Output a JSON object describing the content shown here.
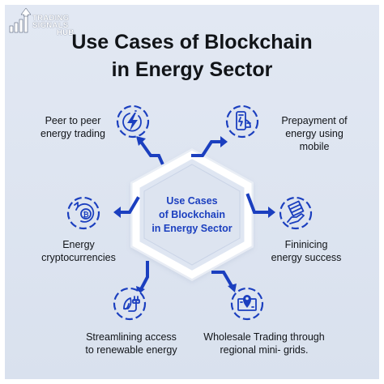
{
  "brand": {
    "line1": "TRADING",
    "line2": "SIGNALS",
    "line3": "HUB"
  },
  "title": {
    "line1": "Use Cases of Blockchain",
    "line2": "in Energy Sector"
  },
  "center": {
    "line1": "Use Cases",
    "line2": "of Blockchain",
    "line3": "in Energy Sector"
  },
  "use_cases": [
    {
      "line1": "Peer to peer",
      "line2": "energy trading",
      "icon": "lightning-bolt-icon"
    },
    {
      "line1": "Prepayment of",
      "line2": "energy using",
      "line3": "mobile",
      "icon": "mobile-payment-icon"
    },
    {
      "line1": "Energy",
      "line2": "cryptocurrencies",
      "icon": "crypto-coin-icon"
    },
    {
      "line1": "Fininicing",
      "line2": "energy success",
      "icon": "money-hand-icon"
    },
    {
      "line1": "Streamlining access",
      "line2": "to renewable energy",
      "icon": "plug-leaf-icon"
    },
    {
      "line1": "Wholesale Trading through",
      "line2": "regional mini- grids.",
      "icon": "location-banknote-icon"
    }
  ],
  "colors": {
    "accent": "#1b3fbf",
    "background": "#dde4f0",
    "text": "#111418"
  }
}
